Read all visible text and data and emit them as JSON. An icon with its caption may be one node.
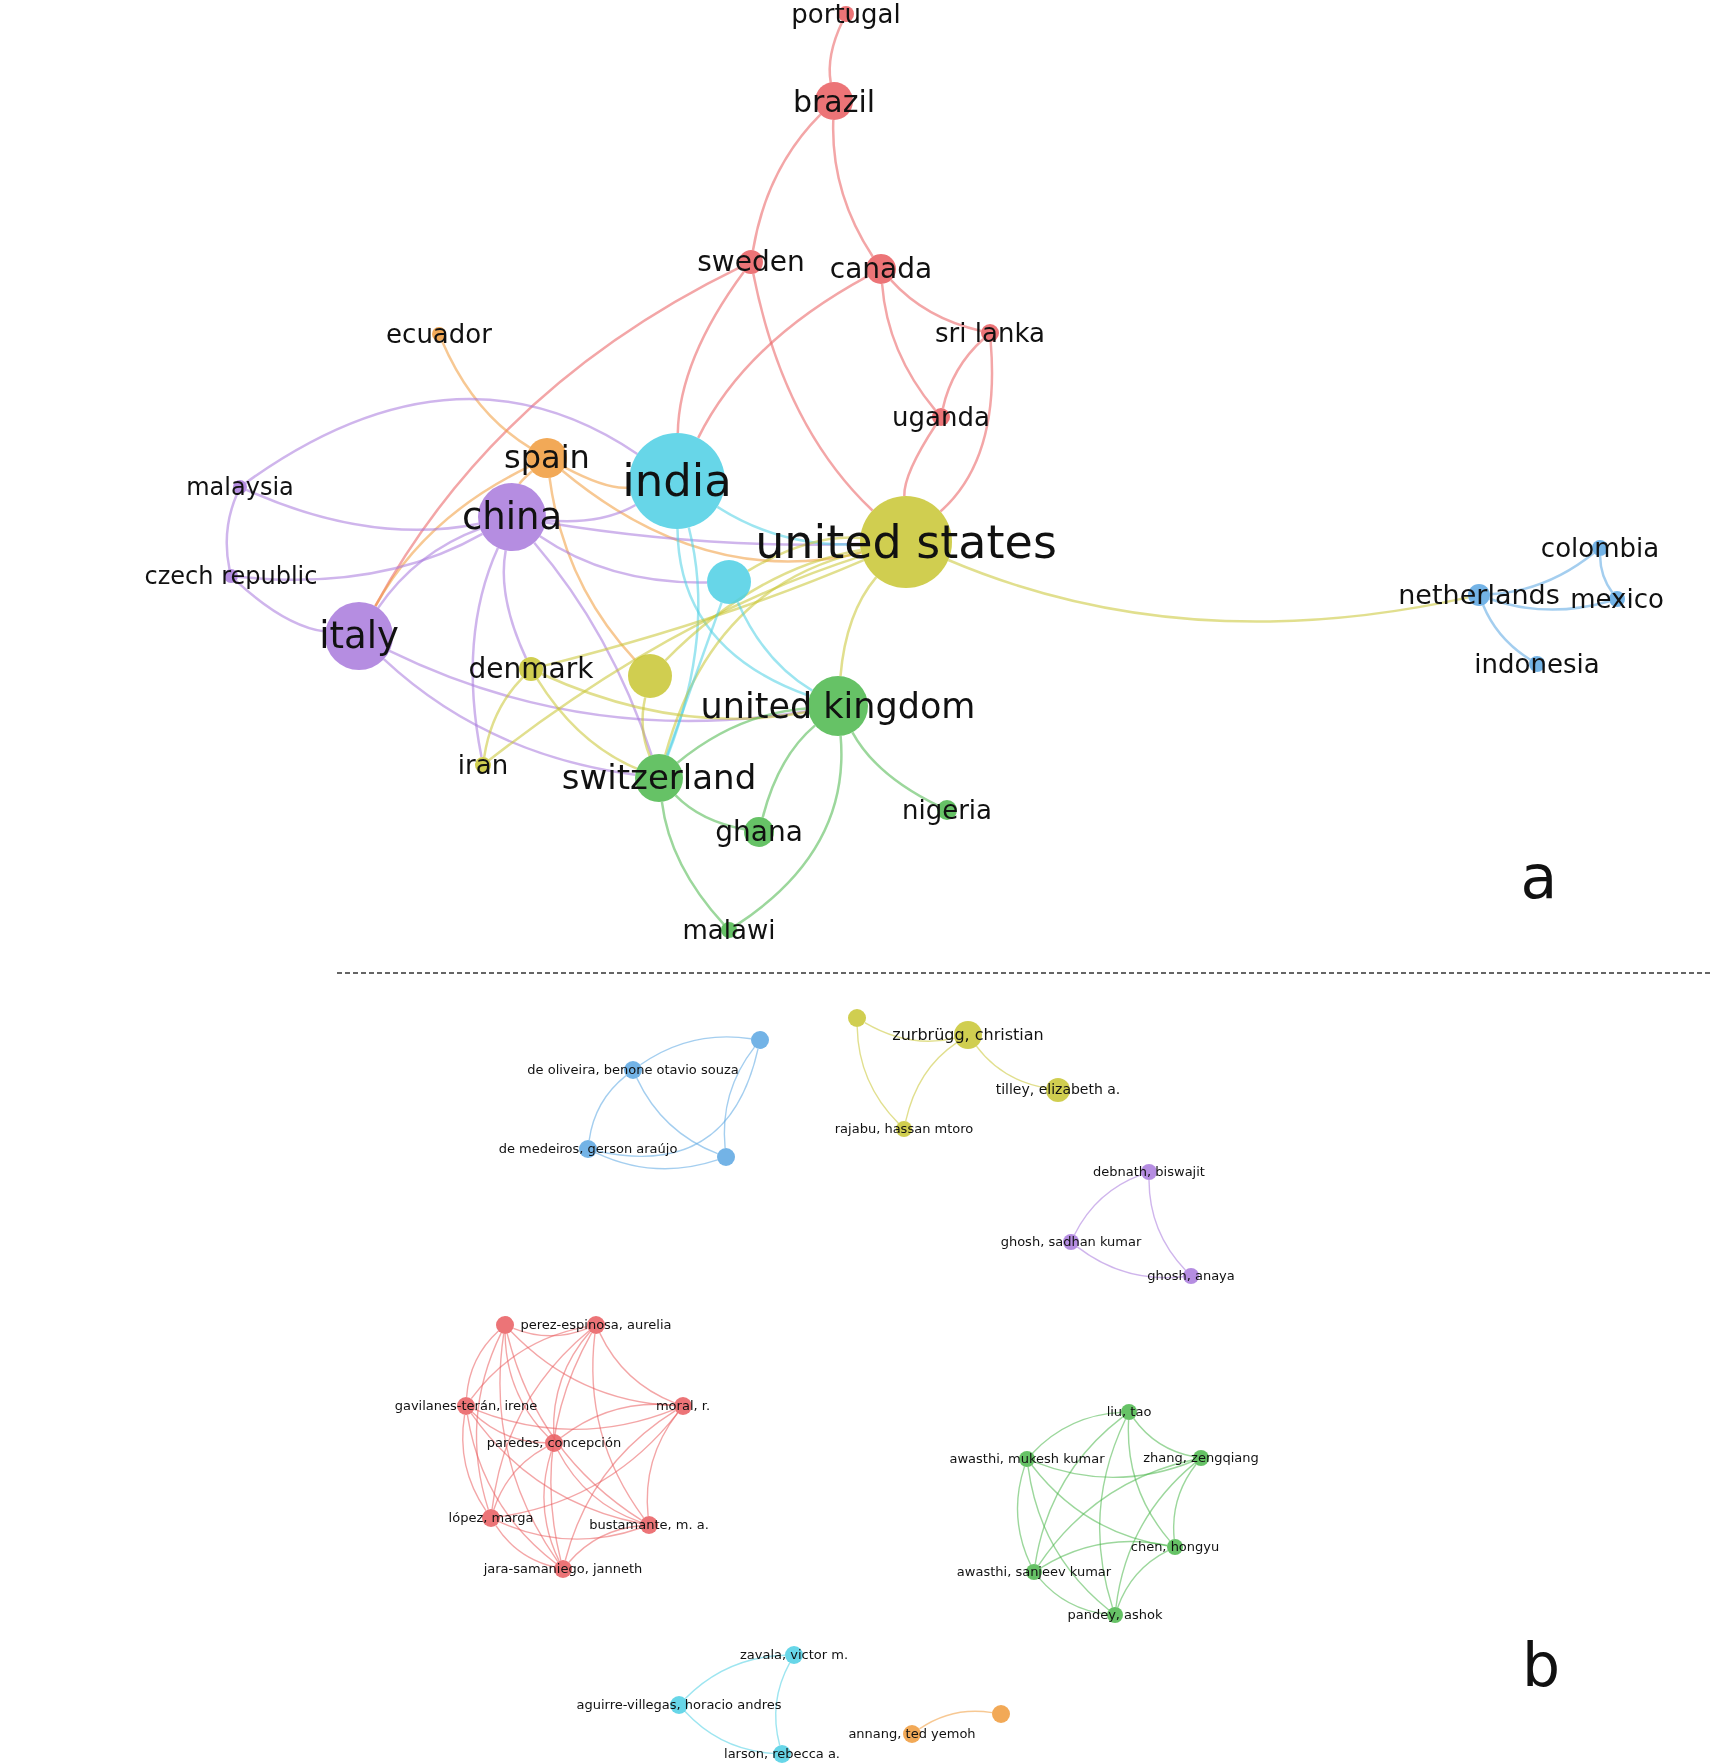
{
  "diagram": {
    "nodes": [
      {
        "text": [
          "portugal"
        ]
      },
      {
        "text": [
          "brazil"
        ]
      },
      {
        "text": [
          "sweden"
        ]
      },
      {
        "text": [
          "canada"
        ]
      },
      {
        "text": [
          "sri lanka"
        ]
      },
      {
        "text": [
          "uganda"
        ]
      },
      {
        "text": [
          "ecuador"
        ]
      },
      {
        "text": [
          "spain"
        ]
      },
      {
        "text": [
          "india"
        ]
      },
      {
        "text": [
          "malaysia"
        ]
      },
      {
        "text": [
          "china"
        ]
      },
      {
        "text": [
          "united states"
        ]
      },
      {
        "text": [
          "czech republic"
        ]
      },
      {
        "text": [],
        "shape": "circle"
      },
      {
        "text": [
          "netherlands"
        ]
      },
      {
        "text": [
          "colombia"
        ]
      },
      {
        "text": [
          "mexico"
        ]
      },
      {
        "text": [
          "italy"
        ]
      },
      {
        "text": [
          "indonesia"
        ]
      },
      {
        "text": [
          "denmark"
        ]
      },
      {
        "text": [],
        "shape": "circle"
      },
      {
        "text": [
          "united kingdom"
        ]
      },
      {
        "text": [
          "iran"
        ]
      },
      {
        "text": [
          "switzerland"
        ]
      },
      {
        "text": [
          "nigeria"
        ]
      },
      {
        "text": [
          "ghana"
        ]
      },
      {
        "text": [
          "malawi"
        ]
      },
      {
        "text": [],
        "shape": "circle"
      },
      {
        "text": [
          "de oliveira, benone otavio souza"
        ]
      },
      {
        "text": [
          "de medeiros, gerson araújo"
        ]
      },
      {
        "text": [],
        "shape": "circle"
      },
      {
        "text": [],
        "shape": "circle"
      },
      {
        "text": [
          "zurbrügg, christian"
        ]
      },
      {
        "text": [
          "tilley, elizabeth a."
        ]
      },
      {
        "text": [
          "rajabu, hassan mtoro"
        ]
      },
      {
        "text": [
          "debnath, biswajit"
        ]
      },
      {
        "text": [
          "ghosh, sadhan kumar"
        ]
      },
      {
        "text": [
          "ghosh, anaya"
        ]
      },
      {
        "text": [],
        "shape": "circle"
      },
      {
        "text": [
          "perez-espinosa, aurelia"
        ]
      },
      {
        "text": [
          "gavilanes-terán, irene"
        ]
      },
      {
        "text": [
          "moral, r."
        ]
      },
      {
        "text": [
          "paredes, concepción"
        ]
      },
      {
        "text": [
          "lópez, marga"
        ]
      },
      {
        "text": [
          "bustamante, m. a."
        ]
      },
      {
        "text": [
          "jara-samaniego, janneth"
        ]
      },
      {
        "text": [
          "liu, tao"
        ]
      },
      {
        "text": [
          "awasthi, mukesh kumar"
        ]
      },
      {
        "text": [
          "zhang, zengqiang"
        ]
      },
      {
        "text": [
          "chen, hongyu"
        ]
      },
      {
        "text": [
          "awasthi, sanjeev kumar"
        ]
      },
      {
        "text": [
          "pandey, ashok"
        ]
      },
      {
        "text": [
          "zavala, victor m."
        ]
      },
      {
        "text": [
          "aguirre-villegas, horacio andres"
        ]
      },
      {
        "text": [
          "larson, rebecca a."
        ]
      },
      {
        "text": [],
        "shape": "circle"
      },
      {
        "text": [
          "annang, ted yemoh"
        ]
      }
    ],
    "edges": [
      {
        "from": 0,
        "to": 1,
        "arrow": "none",
        "color": "#e95c5f"
      },
      {
        "from": 1,
        "to": 2,
        "arrow": "none",
        "color": "#e95c5f"
      },
      {
        "from": 1,
        "to": 3,
        "arrow": "none",
        "color": "#e95c5f"
      },
      {
        "from": 2,
        "to": 17,
        "arrow": "none",
        "color": "#e95c5f"
      },
      {
        "from": 2,
        "to": 8,
        "arrow": "none",
        "color": "#e95c5f"
      },
      {
        "from": 2,
        "to": 11,
        "arrow": "none",
        "color": "#e95c5f"
      },
      {
        "from": 3,
        "to": 8,
        "arrow": "none",
        "color": "#e95c5f"
      },
      {
        "from": 3,
        "to": 4,
        "arrow": "none",
        "color": "#e95c5f"
      },
      {
        "from": 3,
        "to": 5,
        "arrow": "none",
        "color": "#e95c5f"
      },
      {
        "from": 4,
        "to": 5,
        "arrow": "none",
        "color": "#e95c5f"
      },
      {
        "from": 4,
        "to": 11,
        "arrow": "none",
        "color": "#e95c5f"
      },
      {
        "from": 5,
        "to": 11,
        "arrow": "none",
        "color": "#e95c5f"
      },
      {
        "from": 6,
        "to": 7,
        "arrow": "none",
        "color": "#f09a3a"
      },
      {
        "from": 7,
        "to": 8,
        "arrow": "none",
        "color": "#f09a3a"
      },
      {
        "from": 7,
        "to": 10,
        "arrow": "none",
        "color": "#f09a3a"
      },
      {
        "from": 7,
        "to": 11,
        "arrow": "none",
        "color": "#f09a3a"
      },
      {
        "from": 7,
        "to": 17,
        "arrow": "none",
        "color": "#f09a3a"
      },
      {
        "from": 7,
        "to": 20,
        "arrow": "none",
        "color": "#f09a3a"
      },
      {
        "from": 9,
        "to": 10,
        "arrow": "none",
        "color": "#a879dc"
      },
      {
        "from": 9,
        "to": 12,
        "arrow": "none",
        "color": "#a879dc"
      },
      {
        "from": 9,
        "to": 8,
        "arrow": "none",
        "color": "#a879dc"
      },
      {
        "from": 12,
        "to": 10,
        "arrow": "none",
        "color": "#a879dc"
      },
      {
        "from": 12,
        "to": 17,
        "arrow": "none",
        "color": "#a879dc"
      },
      {
        "from": 10,
        "to": 8,
        "arrow": "none",
        "color": "#a879dc"
      },
      {
        "from": 10,
        "to": 11,
        "arrow": "none",
        "color": "#a879dc"
      },
      {
        "from": 10,
        "to": 13,
        "arrow": "none",
        "color": "#a879dc"
      },
      {
        "from": 10,
        "to": 17,
        "arrow": "none",
        "color": "#a879dc"
      },
      {
        "from": 10,
        "to": 19,
        "arrow": "none",
        "color": "#a879dc"
      },
      {
        "from": 10,
        "to": 23,
        "arrow": "none",
        "color": "#a879dc"
      },
      {
        "from": 10,
        "to": 22,
        "arrow": "none",
        "color": "#a879dc"
      },
      {
        "from": 17,
        "to": 21,
        "arrow": "none",
        "color": "#a879dc"
      },
      {
        "from": 17,
        "to": 23,
        "arrow": "none",
        "color": "#a879dc"
      },
      {
        "from": 8,
        "to": 11,
        "arrow": "none",
        "color": "#4ccfe4"
      },
      {
        "from": 8,
        "to": 23,
        "arrow": "none",
        "color": "#4ccfe4"
      },
      {
        "from": 8,
        "to": 21,
        "arrow": "none",
        "color": "#4ccfe4"
      },
      {
        "from": 11,
        "to": 14,
        "arrow": "none",
        "color": "#c8c531"
      },
      {
        "from": 11,
        "to": 13,
        "arrow": "none",
        "color": "#c8c531"
      },
      {
        "from": 11,
        "to": 20,
        "arrow": "none",
        "color": "#c8c531"
      },
      {
        "from": 11,
        "to": 19,
        "arrow": "none",
        "color": "#c8c531"
      },
      {
        "from": 11,
        "to": 21,
        "arrow": "none",
        "color": "#c8c531"
      },
      {
        "from": 11,
        "to": 23,
        "arrow": "none",
        "color": "#c8c531"
      },
      {
        "from": 11,
        "to": 22,
        "arrow": "none",
        "color": "#c8c531"
      },
      {
        "from": 13,
        "to": 21,
        "arrow": "none",
        "color": "#4ccfe4"
      },
      {
        "from": 13,
        "to": 23,
        "arrow": "none",
        "color": "#4ccfe4"
      },
      {
        "from": 19,
        "to": 22,
        "arrow": "none",
        "color": "#c8c531"
      },
      {
        "from": 19,
        "to": 23,
        "arrow": "none",
        "color": "#c8c531"
      },
      {
        "from": 19,
        "to": 21,
        "arrow": "none",
        "color": "#c8c531"
      },
      {
        "from": 20,
        "to": 23,
        "arrow": "none",
        "color": "#c8c531"
      },
      {
        "from": 21,
        "to": 23,
        "arrow": "none",
        "color": "#4bb74b"
      },
      {
        "from": 21,
        "to": 25,
        "arrow": "none",
        "color": "#4bb74b"
      },
      {
        "from": 21,
        "to": 24,
        "arrow": "none",
        "color": "#4bb74b"
      },
      {
        "from": 21,
        "to": 26,
        "arrow": "none",
        "color": "#4bb74b"
      },
      {
        "from": 23,
        "to": 25,
        "arrow": "none",
        "color": "#4bb74b"
      },
      {
        "from": 23,
        "to": 26,
        "arrow": "none",
        "color": "#4bb74b"
      },
      {
        "from": 14,
        "to": 15,
        "arrow": "none",
        "color": "#5aa6e2"
      },
      {
        "from": 14,
        "to": 16,
        "arrow": "none",
        "color": "#5aa6e2"
      },
      {
        "from": 14,
        "to": 18,
        "arrow": "none",
        "color": "#5aa6e2"
      },
      {
        "from": 15,
        "to": 16,
        "arrow": "none",
        "color": "#5aa6e2"
      },
      {
        "from": 27,
        "to": 28,
        "arrow": "none",
        "color": "#5aa6e2"
      },
      {
        "from": 27,
        "to": 29,
        "arrow": "none",
        "color": "#5aa6e2"
      },
      {
        "from": 27,
        "to": 30,
        "arrow": "none",
        "color": "#5aa6e2"
      },
      {
        "from": 28,
        "to": 29,
        "arrow": "none",
        "color": "#5aa6e2"
      },
      {
        "from": 28,
        "to": 30,
        "arrow": "none",
        "color": "#5aa6e2"
      },
      {
        "from": 29,
        "to": 30,
        "arrow": "none",
        "color": "#5aa6e2"
      },
      {
        "from": 31,
        "to": 32,
        "arrow": "none",
        "color": "#c8c531"
      },
      {
        "from": 31,
        "to": 34,
        "arrow": "none",
        "color": "#c8c531"
      },
      {
        "from": 32,
        "to": 34,
        "arrow": "none",
        "color": "#c8c531"
      },
      {
        "from": 32,
        "to": 33,
        "arrow": "none",
        "color": "#c8c531"
      },
      {
        "from": 35,
        "to": 36,
        "arrow": "none",
        "color": "#a879dc"
      },
      {
        "from": 35,
        "to": 37,
        "arrow": "none",
        "color": "#a879dc"
      },
      {
        "from": 36,
        "to": 37,
        "arrow": "none",
        "color": "#a879dc"
      },
      {
        "from": 38,
        "to": 39,
        "arrow": "none",
        "color": "#e95c5f"
      },
      {
        "from": 38,
        "to": 40,
        "arrow": "none",
        "color": "#e95c5f"
      },
      {
        "from": 38,
        "to": 41,
        "arrow": "none",
        "color": "#e95c5f"
      },
      {
        "from": 38,
        "to": 42,
        "arrow": "none",
        "color": "#e95c5f"
      },
      {
        "from": 38,
        "to": 43,
        "arrow": "none",
        "color": "#e95c5f"
      },
      {
        "from": 38,
        "to": 44,
        "arrow": "none",
        "color": "#e95c5f"
      },
      {
        "from": 38,
        "to": 45,
        "arrow": "none",
        "color": "#e95c5f"
      },
      {
        "from": 39,
        "to": 40,
        "arrow": "none",
        "color": "#e95c5f"
      },
      {
        "from": 39,
        "to": 41,
        "arrow": "none",
        "color": "#e95c5f"
      },
      {
        "from": 39,
        "to": 42,
        "arrow": "none",
        "color": "#e95c5f"
      },
      {
        "from": 39,
        "to": 43,
        "arrow": "none",
        "color": "#e95c5f"
      },
      {
        "from": 39,
        "to": 44,
        "arrow": "none",
        "color": "#e95c5f"
      },
      {
        "from": 39,
        "to": 45,
        "arrow": "none",
        "color": "#e95c5f"
      },
      {
        "from": 40,
        "to": 41,
        "arrow": "none",
        "color": "#e95c5f"
      },
      {
        "from": 40,
        "to": 42,
        "arrow": "none",
        "color": "#e95c5f"
      },
      {
        "from": 40,
        "to": 43,
        "arrow": "none",
        "color": "#e95c5f"
      },
      {
        "from": 40,
        "to": 44,
        "arrow": "none",
        "color": "#e95c5f"
      },
      {
        "from": 40,
        "to": 45,
        "arrow": "none",
        "color": "#e95c5f"
      },
      {
        "from": 41,
        "to": 42,
        "arrow": "none",
        "color": "#e95c5f"
      },
      {
        "from": 41,
        "to": 43,
        "arrow": "none",
        "color": "#e95c5f"
      },
      {
        "from": 41,
        "to": 44,
        "arrow": "none",
        "color": "#e95c5f"
      },
      {
        "from": 41,
        "to": 45,
        "arrow": "none",
        "color": "#e95c5f"
      },
      {
        "from": 42,
        "to": 43,
        "arrow": "none",
        "color": "#e95c5f"
      },
      {
        "from": 42,
        "to": 44,
        "arrow": "none",
        "color": "#e95c5f"
      },
      {
        "from": 42,
        "to": 45,
        "arrow": "none",
        "color": "#e95c5f"
      },
      {
        "from": 43,
        "to": 44,
        "arrow": "none",
        "color": "#e95c5f"
      },
      {
        "from": 43,
        "to": 45,
        "arrow": "none",
        "color": "#e95c5f"
      },
      {
        "from": 44,
        "to": 45,
        "arrow": "none",
        "color": "#e95c5f"
      },
      {
        "from": 46,
        "to": 47,
        "arrow": "none",
        "color": "#4bb74b"
      },
      {
        "from": 46,
        "to": 48,
        "arrow": "none",
        "color": "#4bb74b"
      },
      {
        "from": 46,
        "to": 49,
        "arrow": "none",
        "color": "#4bb74b"
      },
      {
        "from": 46,
        "to": 50,
        "arrow": "none",
        "color": "#4bb74b"
      },
      {
        "from": 46,
        "to": 51,
        "arrow": "none",
        "color": "#4bb74b"
      },
      {
        "from": 47,
        "to": 48,
        "arrow": "none",
        "color": "#4bb74b"
      },
      {
        "from": 47,
        "to": 49,
        "arrow": "none",
        "color": "#4bb74b"
      },
      {
        "from": 47,
        "to": 50,
        "arrow": "none",
        "color": "#4bb74b"
      },
      {
        "from": 47,
        "to": 51,
        "arrow": "none",
        "color": "#4bb74b"
      },
      {
        "from": 48,
        "to": 49,
        "arrow": "none",
        "color": "#4bb74b"
      },
      {
        "from": 48,
        "to": 50,
        "arrow": "none",
        "color": "#4bb74b"
      },
      {
        "from": 48,
        "to": 51,
        "arrow": "none",
        "color": "#4bb74b"
      },
      {
        "from": 49,
        "to": 50,
        "arrow": "none",
        "color": "#4bb74b"
      },
      {
        "from": 49,
        "to": 51,
        "arrow": "none",
        "color": "#4bb74b"
      },
      {
        "from": 50,
        "to": 51,
        "arrow": "none",
        "color": "#4bb74b"
      },
      {
        "from": 52,
        "to": 53,
        "arrow": "none",
        "color": "#4ccfe4"
      },
      {
        "from": 52,
        "to": 54,
        "arrow": "none",
        "color": "#4ccfe4"
      },
      {
        "from": 53,
        "to": 54,
        "arrow": "none",
        "color": "#4ccfe4"
      },
      {
        "from": 55,
        "to": 56,
        "arrow": "none",
        "color": "#f09a3a"
      }
    ],
    "labels": [
      "a",
      "b"
    ]
  }
}
